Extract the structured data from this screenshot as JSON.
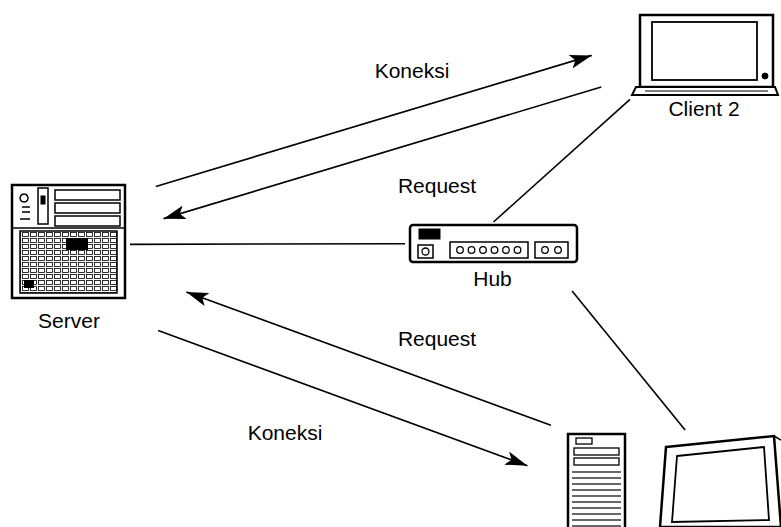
{
  "diagram": {
    "nodes": [
      {
        "text": [
          "Server"
        ]
      },
      {
        "text": [
          "Hub"
        ]
      },
      {
        "text": [
          "Client 2"
        ]
      },
      {
        "text": []
      }
    ],
    "edges": [
      {
        "from": 0,
        "to": 1,
        "arrow": "none"
      },
      {
        "from": 1,
        "to": 2,
        "arrow": "none"
      },
      {
        "from": 1,
        "to": 3,
        "arrow": "none"
      },
      {
        "from": 0,
        "to": 2,
        "arrow": "to",
        "label": "Koneksi"
      },
      {
        "from": 2,
        "to": 0,
        "arrow": "to",
        "label": "Request"
      },
      {
        "from": 3,
        "to": 0,
        "arrow": "to",
        "label": "Request"
      },
      {
        "from": 0,
        "to": 3,
        "arrow": "to",
        "label": "Koneksi"
      }
    ]
  }
}
